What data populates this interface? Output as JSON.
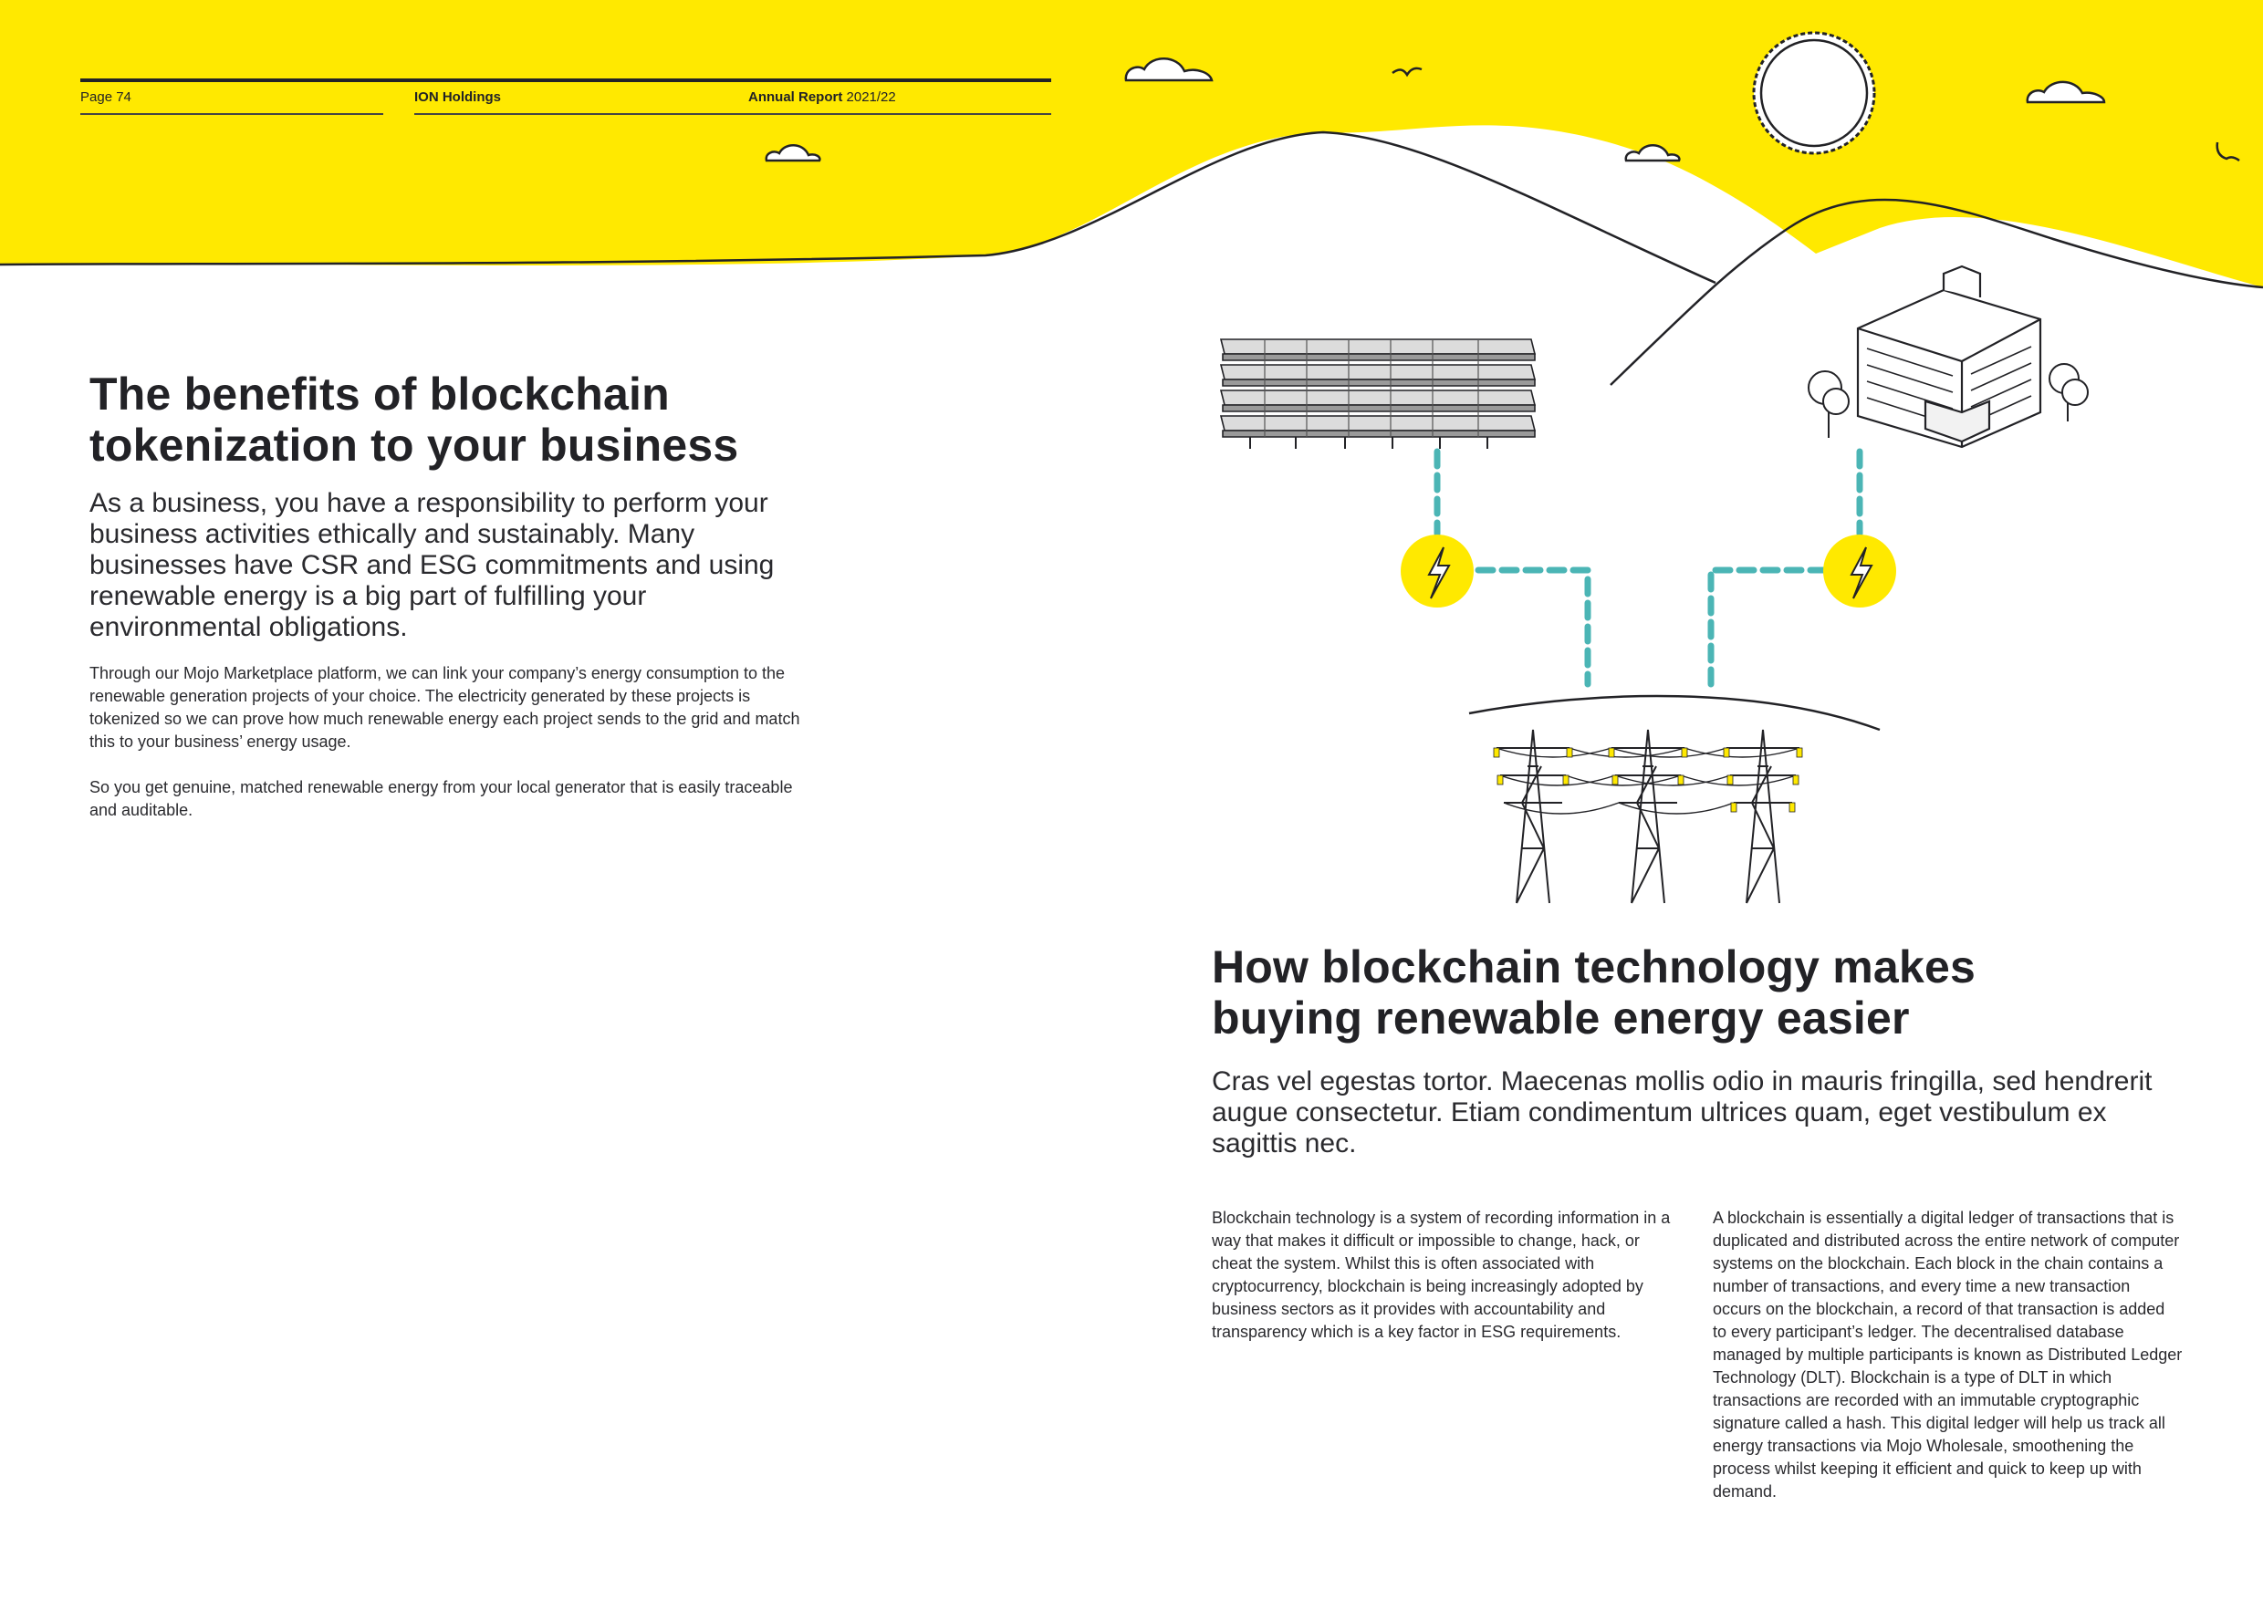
{
  "header": {
    "page": "Page 74",
    "company": "ION Holdings",
    "report_bold": "Annual Report",
    "report_year": "2021/22"
  },
  "section1": {
    "title_line1": "The benefits of blockchain",
    "title_line2": "tokenization to your business",
    "lead": "As a business, you have a responsibility to perform your business activities ethically and sustainably. Many businesses have CSR and ESG commitments and using renewable energy is a big part of fulfilling your environmental obligations.",
    "body1": "Through our Mojo Marketplace platform, we can link your company’s energy consumption to the renewable generation projects of your choice. The electricity generated by these projects is tokenized so we can prove how much renewable energy each project sends to the grid and match this to your business’ energy usage.",
    "body2": "So you get genuine, matched renewable energy from your local generator that is easily traceable and auditable."
  },
  "section2": {
    "title_line1": "How blockchain technology makes",
    "title_line2": "buying renewable energy easier",
    "lead": "Cras vel egestas tortor. Maecenas mollis odio in mauris fringilla, sed hendrerit augue consectetur. Etiam condimentum ultrices quam, eget vestibulum ex sagittis nec.",
    "col1": "Blockchain technology is a system of recording information in a way that makes it difficult or impossible to change, hack, or cheat the system.  Whilst this is often associated with cryptocurrency, blockchain is being increasingly adopted by business sectors as it provides with accountability and transparency which is a key factor in ESG requirements.",
    "col2": "A blockchain is essentially a digital ledger of transactions that is duplicated and distributed across the entire network of computer systems on the blockchain. Each block in the chain contains a number of transactions, and every time a new transaction occurs on the blockchain, a record of that transaction is added to every participant’s ledger. The decentralised database managed by multiple participants is known as Distributed Ledger Technology (DLT). Blockchain is a type of DLT in which transactions are recorded with an immutable cryptographic signature called a hash. This digital ledger will help us track all energy transactions via Mojo Wholesale, smoothening the process whilst keeping it efficient and quick to keep up with demand."
  },
  "illustration": {
    "icons": [
      "sun-icon",
      "cloud-icon",
      "bird-icon",
      "solar-panel-icon",
      "office-building-icon",
      "tree-icon",
      "lightning-bolt-icon",
      "power-pylon-icon"
    ],
    "colors": {
      "sky": "#FFE900",
      "connector": "#4BB5B5",
      "node": "#FFE900",
      "ink": "#222226"
    }
  }
}
